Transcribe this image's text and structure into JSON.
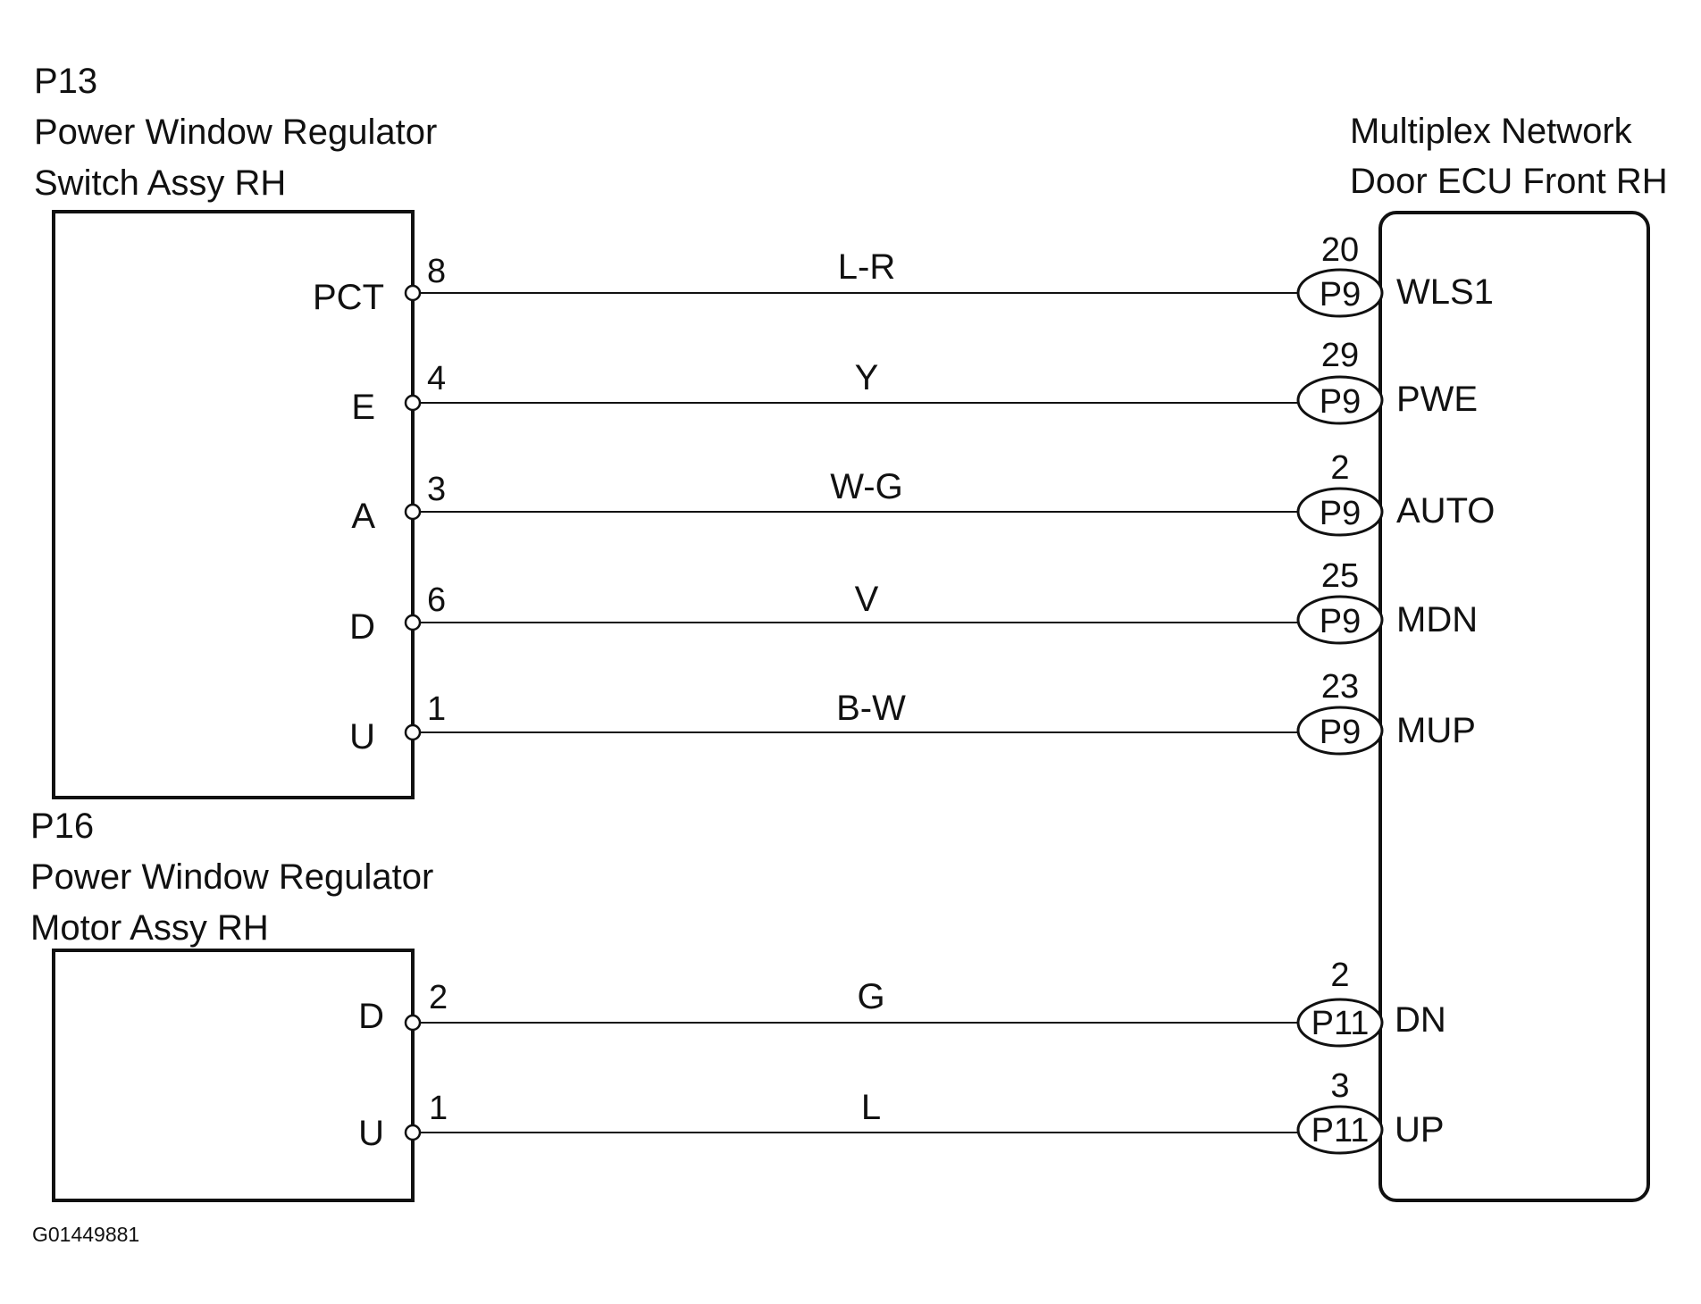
{
  "components": {
    "switch": {
      "code": "P13",
      "name_line1": "Power Window Regulator",
      "name_line2": "Switch Assy RH"
    },
    "motor": {
      "code": "P16",
      "name_line1": "Power Window Regulator",
      "name_line2": "Motor Assy RH"
    },
    "ecu": {
      "name_line1": "Multiplex Network",
      "name_line2": "Door ECU Front RH"
    }
  },
  "wires": [
    {
      "from": "switch",
      "pin_name": "PCT",
      "pin": "8",
      "color": "L-R",
      "ecu_pin": "20",
      "connector": "P9",
      "ecu_terminal": "WLS1"
    },
    {
      "from": "switch",
      "pin_name": "E",
      "pin": "4",
      "color": "Y",
      "ecu_pin": "29",
      "connector": "P9",
      "ecu_terminal": "PWE"
    },
    {
      "from": "switch",
      "pin_name": "A",
      "pin": "3",
      "color": "W-G",
      "ecu_pin": "2",
      "connector": "P9",
      "ecu_terminal": "AUTO"
    },
    {
      "from": "switch",
      "pin_name": "D",
      "pin": "6",
      "color": "V",
      "ecu_pin": "25",
      "connector": "P9",
      "ecu_terminal": "MDN"
    },
    {
      "from": "switch",
      "pin_name": "U",
      "pin": "1",
      "color": "B-W",
      "ecu_pin": "23",
      "connector": "P9",
      "ecu_terminal": "MUP"
    },
    {
      "from": "motor",
      "pin_name": "D",
      "pin": "2",
      "color": "G",
      "ecu_pin": "2",
      "connector": "P11",
      "ecu_terminal": "DN"
    },
    {
      "from": "motor",
      "pin_name": "U",
      "pin": "1",
      "color": "L",
      "ecu_pin": "3",
      "connector": "P11",
      "ecu_terminal": "UP"
    }
  ],
  "figure_id": "G01449881"
}
